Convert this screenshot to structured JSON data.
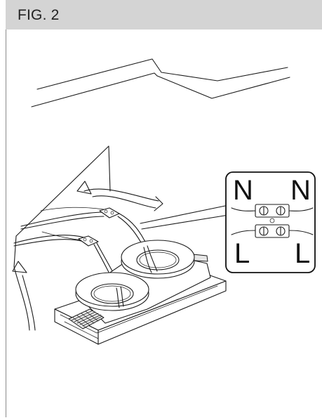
{
  "figure": {
    "title": "FIG. 2"
  },
  "callout": {
    "top_left": "N",
    "top_right": "N",
    "bottom_left": "L",
    "bottom_right": "L"
  }
}
